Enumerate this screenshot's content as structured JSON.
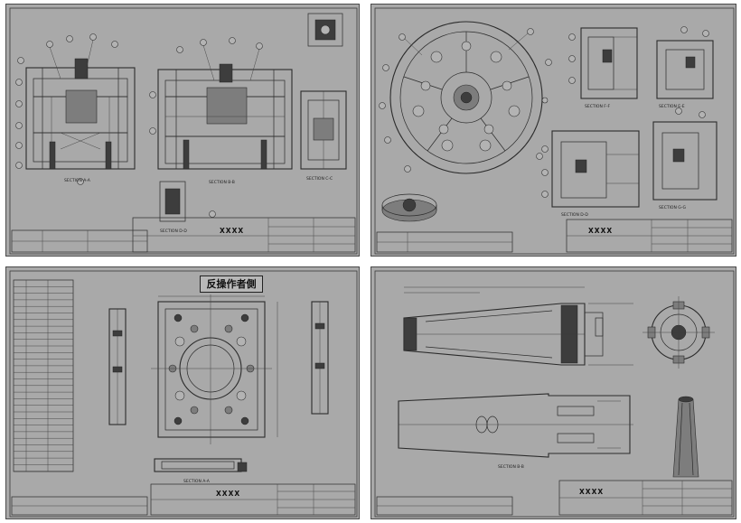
{
  "sheets": [
    {
      "title_block": {
        "project": "XXXX"
      },
      "captions": [
        "SECTION A-A",
        "SECTION B-B",
        "SECTION C-C",
        "SECTION D-D"
      ]
    },
    {
      "title_block": {
        "project": "XXXX"
      },
      "captions": [
        "SECTION F-F",
        "SECTION E-E",
        "SECTION D-D",
        "SECTION G-G"
      ]
    },
    {
      "heading": "反操作者側",
      "title_block": {
        "project": "XXXX"
      },
      "captions": [
        "SECTION A-A"
      ]
    },
    {
      "title_block": {
        "project": "XXXX"
      },
      "captions": [
        "SECTION B-B"
      ]
    }
  ],
  "colors": {
    "paper": "#a9a9a9",
    "line": "#2b2b2b",
    "background": "#ffffff"
  }
}
